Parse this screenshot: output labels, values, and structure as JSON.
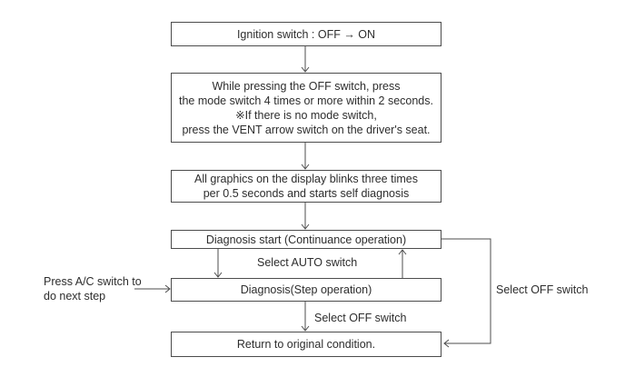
{
  "diagram": {
    "type": "flowchart",
    "colors": {
      "background": "#ffffff",
      "line": "#4c4c4c",
      "text": "#2d2d2d",
      "box_fill": "#ffffff"
    },
    "boxes": {
      "ignition": {
        "text": "Ignition switch : OFF → ON"
      },
      "mode": {
        "line1": "While pressing the OFF switch, press",
        "line2": "the mode switch 4 times or more within 2 seconds.",
        "line3": "※If there is no mode switch,",
        "line4": "press the VENT arrow switch on the driver's seat."
      },
      "blink": {
        "line1": "All graphics on the display blinks three times",
        "line2": "per 0.5 seconds and starts self diagnosis"
      },
      "diag_start": {
        "text": "Diagnosis start (Continuance operation)"
      },
      "diag_step": {
        "text": "Diagnosis(Step operation)"
      },
      "return_box": {
        "text": "Return to original condition."
      }
    },
    "labels": {
      "select_auto": "Select AUTO switch",
      "select_off_step": "Select OFF switch",
      "select_off_loop": "Select OFF switch",
      "press_ac_line1": "Press A/C switch",
      "press_ac_line2": "to do next step"
    }
  }
}
